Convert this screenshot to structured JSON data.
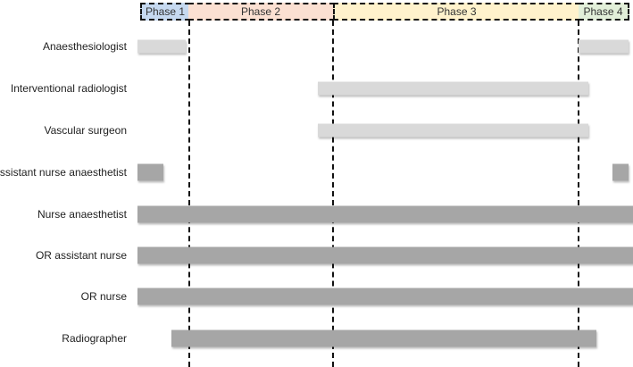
{
  "phases": [
    {
      "label": "Phase 1",
      "color": "#c6d9f0"
    },
    {
      "label": "Phase 2",
      "color": "#fbe0d2"
    },
    {
      "label": "Phase 3",
      "color": "#fff2cc"
    },
    {
      "label": "Phase 4",
      "color": "#e2efd9"
    }
  ],
  "roles": [
    {
      "label": "Anaesthesiologist"
    },
    {
      "label": "Interventional radiologist"
    },
    {
      "label": "Vascular surgeon"
    },
    {
      "label": "Assistant nurse anaesthetist"
    },
    {
      "label": "Nurse anaesthetist"
    },
    {
      "label": "OR assistant nurse"
    },
    {
      "label": "OR nurse"
    },
    {
      "label": "Radiographer"
    }
  ],
  "colors": {
    "specialist_bar": "#d9d9d9",
    "staff_bar": "#a6a6a6"
  }
}
